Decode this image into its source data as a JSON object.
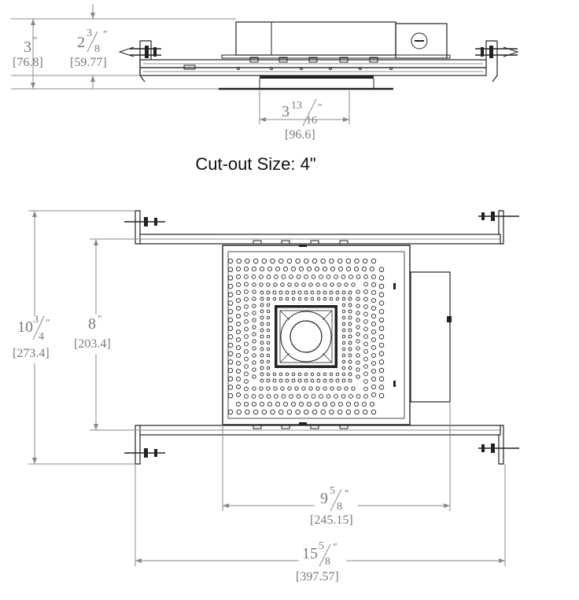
{
  "title": "Cut-out Size: 4\"",
  "dims": {
    "side_height": {
      "whole": "3",
      "unit": "″",
      "mm": "[76.8]"
    },
    "side_upper": {
      "whole": "2",
      "num": "3",
      "den": "8",
      "unit": "″",
      "mm": "[59.77]"
    },
    "aperture": {
      "whole": "3",
      "num": "13",
      "den": "16",
      "unit": "″",
      "mm": "[96.6]"
    },
    "overall_depth": {
      "whole": "10",
      "num": "3",
      "den": "4",
      "unit": "″",
      "mm": "[273.4]"
    },
    "housing_depth": {
      "whole": "8",
      "unit": "″",
      "mm": "[203.4]"
    },
    "housing_width": {
      "whole": "9",
      "num": "5",
      "den": "8",
      "unit": "″",
      "mm": "[245.15]"
    },
    "overall_width": {
      "whole": "15",
      "num": "5",
      "den": "8",
      "unit": "″",
      "mm": "[397.57]"
    }
  }
}
